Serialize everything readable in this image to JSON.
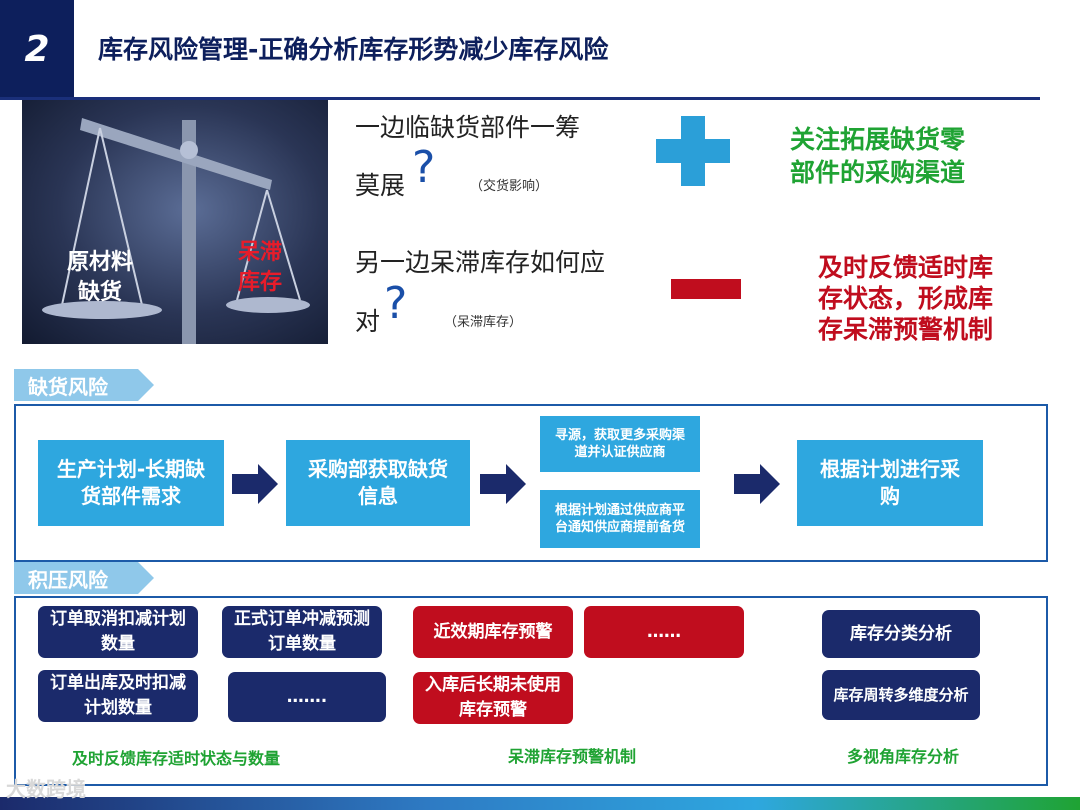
{
  "header": {
    "number": "2",
    "title": "库存风险管理-正确分析库存形势减少库存风险"
  },
  "photo": {
    "left_label": [
      "原材料",
      "缺货"
    ],
    "right_label": [
      "呆滞",
      "库存"
    ]
  },
  "questions": {
    "q1_line1": "一边临缺货部件一筹",
    "q1_line2": "莫展",
    "q1_note": "（交货影响）",
    "q2_line1": "另一边呆滞库存如何应",
    "q2_line2": "对",
    "q2_note": "（呆滞库存）",
    "qmark": "?"
  },
  "answers": {
    "plus_text": [
      "关注拓展缺货零",
      "部件的采购渠道"
    ],
    "minus_text": [
      "及时反馈适时库",
      "存状态，形成库",
      "存呆滞预警机制"
    ]
  },
  "shortage": {
    "tab": "缺货风险",
    "box1": "生产计划-长期缺货部件需求",
    "box2": "采购部获取缺货信息",
    "box3a": "寻源，获取更多采购渠道并认证供应商",
    "box3b": "根据计划通过供应商平台通知供应商提前备货",
    "box4": "根据计划进行采购"
  },
  "backlog": {
    "tab": "积压风险",
    "col1": [
      "订单取消扣减计划数量",
      "订单出库及时扣减计划数量"
    ],
    "col2": [
      "正式订单冲减预测订单数量",
      "……."
    ],
    "col3": [
      "近效期库存预警",
      "入库后长期未使用库存预警"
    ],
    "col4": [
      "……"
    ],
    "col5": [
      "库存分类分析",
      "库存周转多维度分析"
    ],
    "captions": [
      "及时反馈库存适时状态与数量",
      "呆滞库存预警机制",
      "多视角库存分析"
    ]
  },
  "watermark": "大数跨境"
}
